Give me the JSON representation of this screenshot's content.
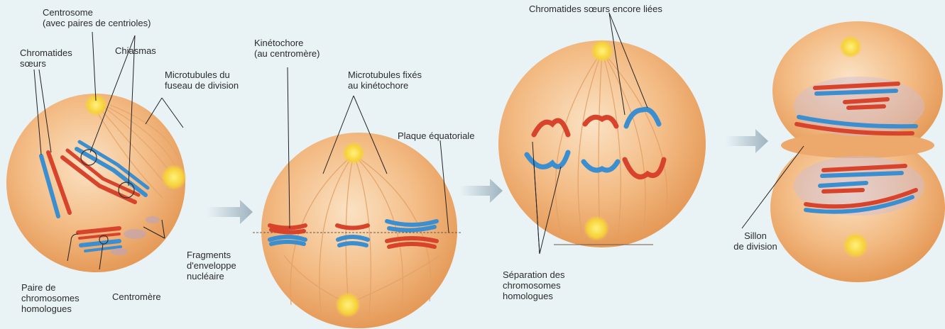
{
  "labels": {
    "centrosome_1": "Centrosome",
    "centrosome_2": "(avec paires de centrioles)",
    "chromatides_1": "Chromatides",
    "chromatides_2": "sœurs",
    "chiasmas": "Chiasmas",
    "microtubules_fuseau_1": "Microtubules du",
    "microtubules_fuseau_2": "fuseau de division",
    "kinetochore_1": "Kinétochore",
    "kinetochore_2": "(au centromère)",
    "microtubules_fixes_1": "Microtubules fixés",
    "microtubules_fixes_2": "au kinétochore",
    "plaque": "Plaque équatoriale",
    "chromatides_liees": "Chromatides sœurs encore liées",
    "fragments_1": "Fragments",
    "fragments_2": "d'enveloppe",
    "fragments_3": "nucléaire",
    "paire_1": "Paire de",
    "paire_2": "chromosomes",
    "paire_3": "homologues",
    "centromere": "Centromère",
    "separation_1": "Séparation des",
    "separation_2": "chromosomes",
    "separation_3": "homologues",
    "sillon_1": "Sillon",
    "sillon_2": "de division"
  },
  "colors": {
    "background": "#e9f3f6",
    "cell": "#f2b37a",
    "chromosome_red": "#d8432c",
    "chromosome_blue": "#3b8fd0",
    "centrosome": "#f8e04a",
    "arrow": "#b9c7d0"
  }
}
